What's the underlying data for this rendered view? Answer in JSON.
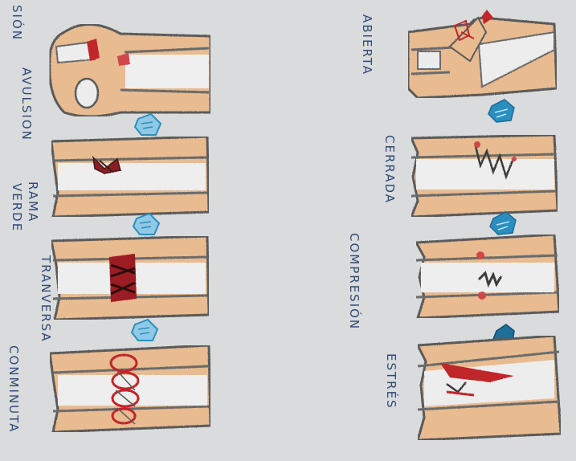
{
  "labels": {
    "abierta": "ABIERTA",
    "cerrada": "CERRADA",
    "compresion": "COMPRESIÓN",
    "estres": "ESTRÉS",
    "avulsion": "AVULSION",
    "rama_verde_1": "RAMA",
    "rama_verde_2": "VERDE",
    "transversa": "TRANVERSA",
    "conminuta": "CONMINUTA",
    "partial_left": "SIÓN"
  },
  "colors": {
    "paper": "#d8dadb",
    "bone": "#e6b98e",
    "outline": "#5a5a5a",
    "marrow": "#ececec",
    "fracture_red": "#c0262b",
    "arrow_blue": "#2a8fbf",
    "ink": "#2f4a78"
  }
}
